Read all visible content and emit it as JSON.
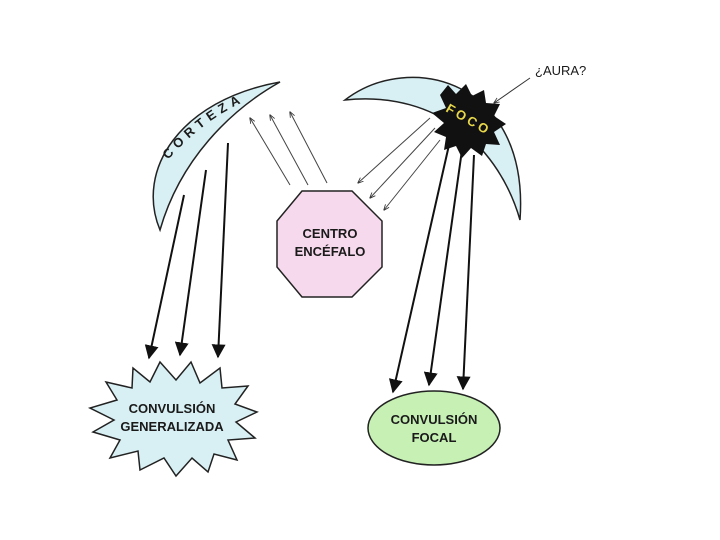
{
  "labels": {
    "corteza": "CORTEZA",
    "foco": "FOCO",
    "aura": "¿AURA?",
    "centro_line1": "CENTRO",
    "centro_line2": "ENCÉFALO",
    "generalizada_line1": "CONVULSIÓN",
    "generalizada_line2": "GENERALIZADA",
    "focal_line1": "CONVULSIÓN",
    "focal_line2": "FOCAL"
  },
  "colors": {
    "cortex_fill": "#d8f0f4",
    "centro_fill": "#f6d9ec",
    "generalizada_fill": "#d8f0f4",
    "focal_fill": "#c6f0b4",
    "foco_fill": "#111111",
    "foco_text": "#e8d84a",
    "outline": "#222222"
  }
}
